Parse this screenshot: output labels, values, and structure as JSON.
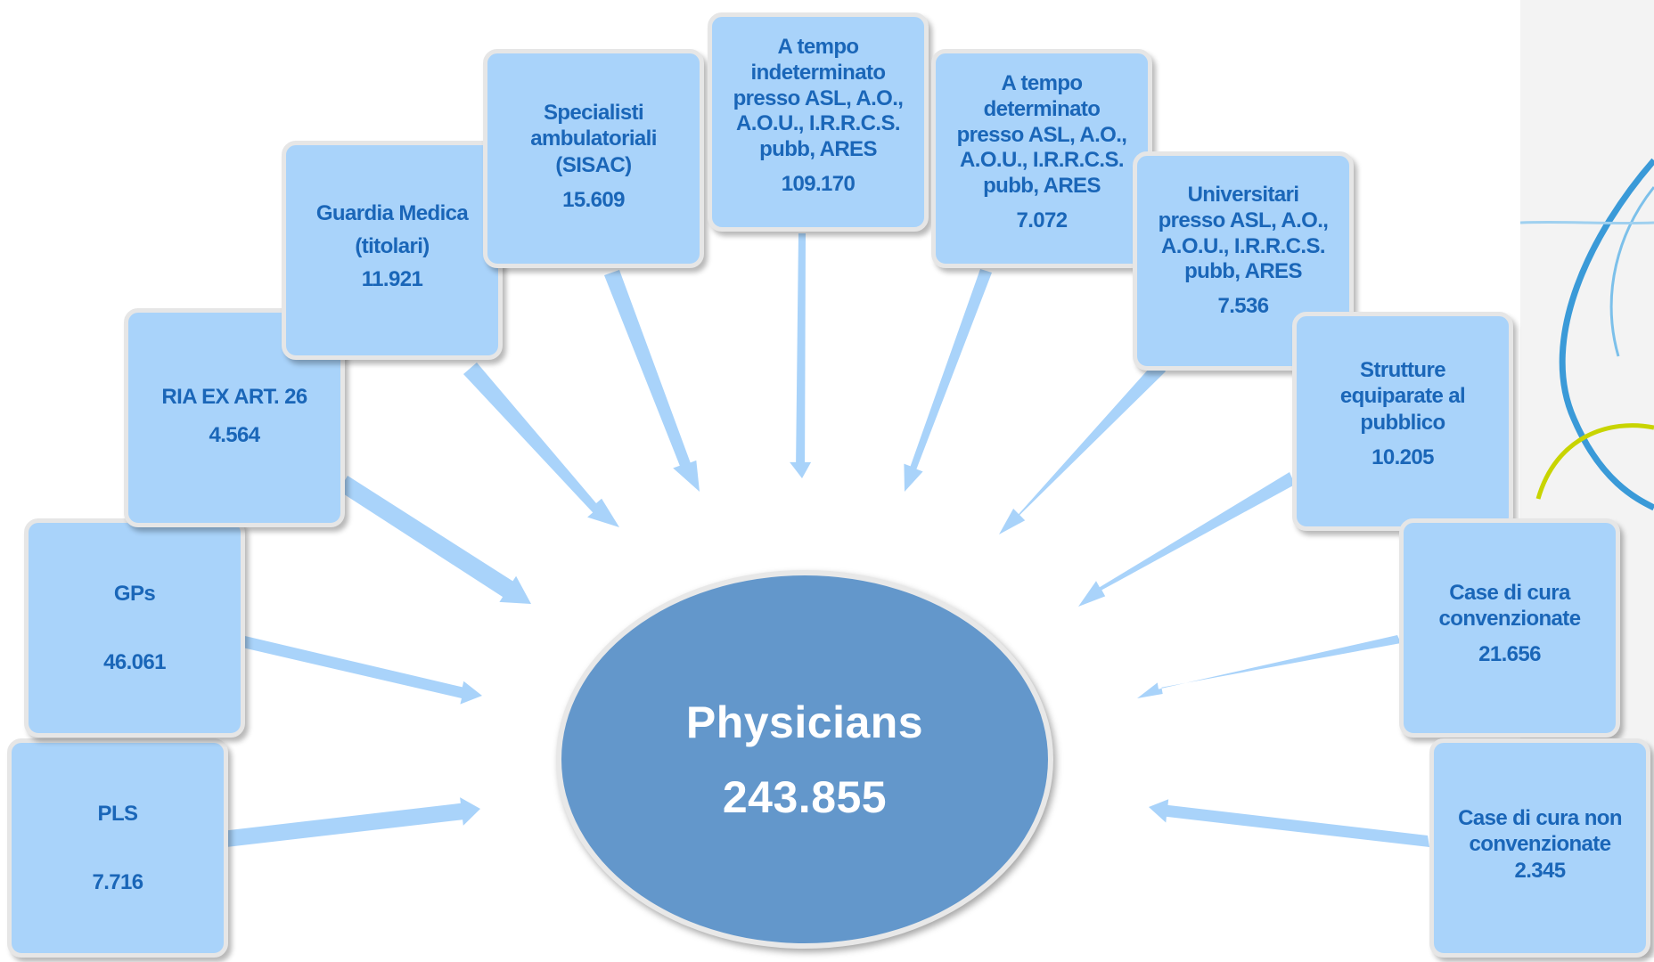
{
  "center": {
    "label": "Physicians",
    "value": "243.855"
  },
  "boxes": [
    {
      "id": "pls",
      "title": [
        "PLS"
      ],
      "value": "7.716"
    },
    {
      "id": "gps",
      "title": [
        "GPs"
      ],
      "value": "46.061"
    },
    {
      "id": "ria",
      "title": [
        "RIA EX ART. 26"
      ],
      "value": "4.564"
    },
    {
      "id": "guardia",
      "title": [
        "Guardia Medica",
        "(titolari)"
      ],
      "value": "11.921"
    },
    {
      "id": "specialisti",
      "title": [
        "Specialisti",
        "ambulatoriali",
        "(SISAC)"
      ],
      "value": "15.609"
    },
    {
      "id": "indeterminato",
      "title": [
        "A tempo",
        "indeterminato",
        "presso ASL, A.O.,",
        "A.O.U., I.R.R.C.S.",
        "pubb, ARES"
      ],
      "value": "109.170"
    },
    {
      "id": "determinato",
      "title": [
        "A tempo",
        "determinato",
        "presso ASL, A.O.,",
        "A.O.U., I.R.R.C.S.",
        "pubb, ARES"
      ],
      "value": "7.072"
    },
    {
      "id": "universitari",
      "title": [
        "Universitari",
        "presso ASL, A.O.,",
        "A.O.U., I.R.R.C.S.",
        "pubb, ARES"
      ],
      "value": "7.536"
    },
    {
      "id": "strutture",
      "title": [
        "Strutture",
        "equiparate al",
        "pubblico"
      ],
      "value": "10.205"
    },
    {
      "id": "case-conv",
      "title": [
        "Case di cura",
        "convenzionate"
      ],
      "value": "21.656"
    },
    {
      "id": "case-non-conv",
      "title": [
        "Case di cura non",
        "convenzionate"
      ],
      "value": "2.345"
    }
  ],
  "colors": {
    "box_fill": "#a9d3fa",
    "box_text": "#1a66b8",
    "arrow": "#a9d3fa",
    "center_fill": "#6397cb",
    "center_text": "#ffffff"
  }
}
